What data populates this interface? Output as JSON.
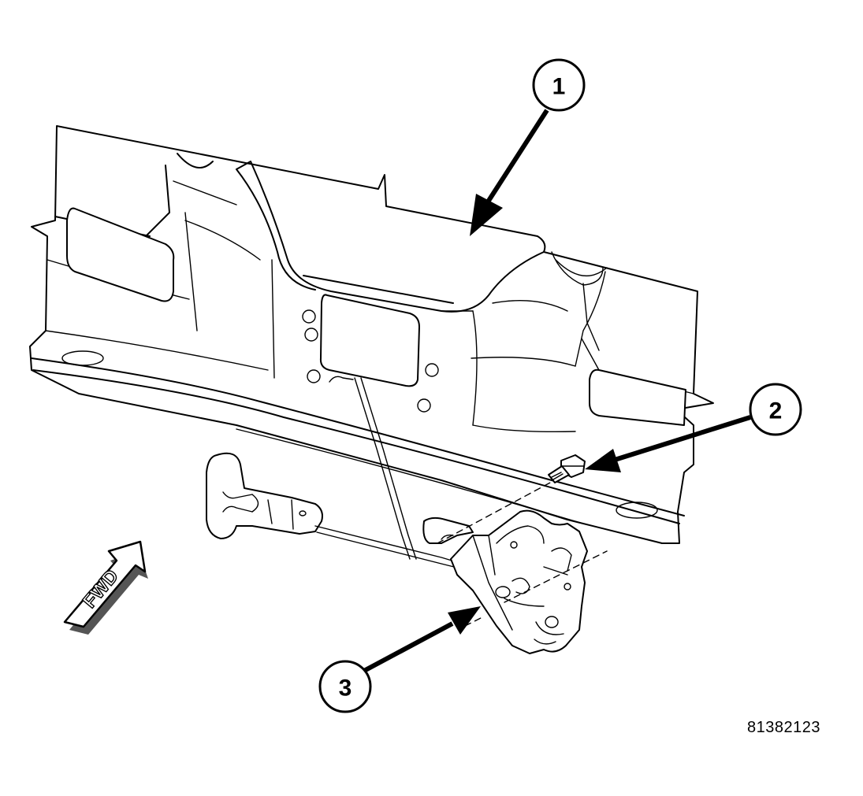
{
  "callouts": [
    {
      "id": "callout-1",
      "label": "1"
    },
    {
      "id": "callout-2",
      "label": "2"
    },
    {
      "id": "callout-3",
      "label": "3"
    }
  ],
  "direction_indicator": {
    "label": "FWD",
    "icon": "forward-arrow-icon"
  },
  "figure_id": "81382123"
}
